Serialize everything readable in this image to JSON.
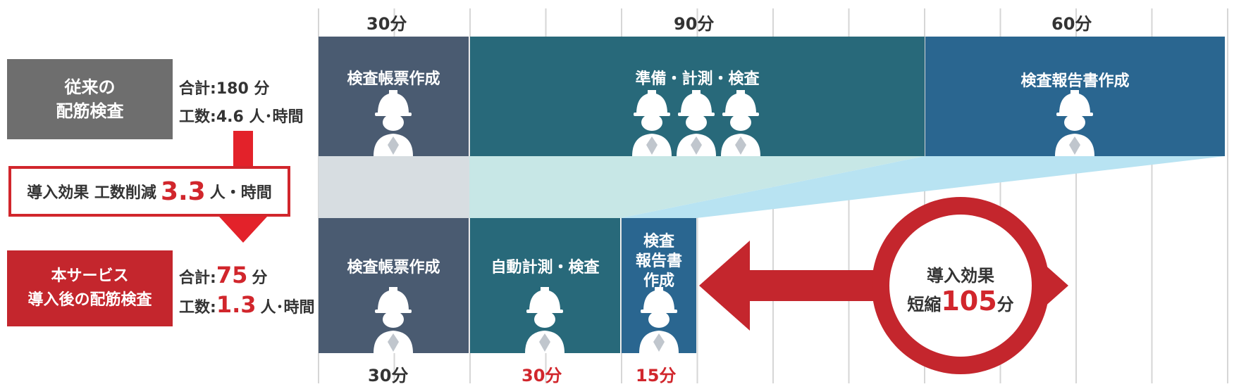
{
  "colors": {
    "slate": "#4a5b71",
    "teal": "#28697a",
    "blue": "#2a6690",
    "gray_box": "#6e6e6e",
    "red": "#c4262d",
    "red_text": "#d1262c",
    "grid": "#d6d6d6",
    "band_gray": "#d7dde1",
    "band_teal": "#c7e7e6",
    "band_blue": "#b8e3f2"
  },
  "top_durations": [
    "30分",
    "90分",
    "60分"
  ],
  "bottom_durations": [
    "30分",
    "30分",
    "15分"
  ],
  "legacy": {
    "title_line1": "従来の",
    "title_line2": "配筋検査",
    "total_label": "合計",
    "total_value": "180 分",
    "workload_label": "工数",
    "workload_value": "4.6 人･時間"
  },
  "effect_box": {
    "prefix": "導入効果 工数削減",
    "value": "3.3",
    "suffix": "人・時間"
  },
  "service": {
    "title_line1": "本サービス",
    "title_line2": "導入後の配筋検査",
    "total_label": "合計",
    "total_value": "75",
    "total_unit": "分",
    "workload_label": "工数",
    "workload_value": "1.3",
    "workload_unit": "人･時間"
  },
  "top_tasks": [
    {
      "label": "検査帳票作成",
      "workers": 1
    },
    {
      "label": "準備・計測・検査",
      "workers": 3
    },
    {
      "label": "検査報告書作成",
      "workers": 1
    }
  ],
  "bottom_tasks": [
    {
      "label": "検査帳票作成",
      "workers": 1
    },
    {
      "label": "自動計測・検査",
      "workers": 1
    },
    {
      "label_lines": [
        "検査",
        "報告書",
        "作成"
      ],
      "workers": 1
    }
  ],
  "circle": {
    "line1": "導入効果",
    "prefix": "短縮",
    "value": "105",
    "unit": "分"
  },
  "icons": [
    "worker-helmet-icon",
    "double-arrow-icon"
  ]
}
